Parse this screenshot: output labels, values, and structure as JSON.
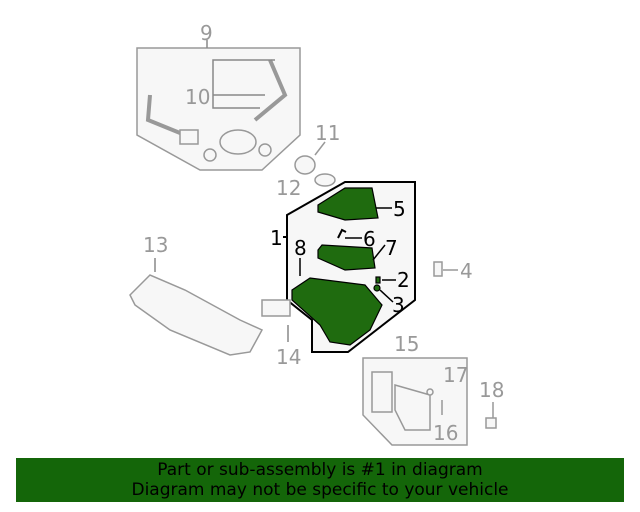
{
  "diagram": {
    "callouts": {
      "c1": "1",
      "c2": "2",
      "c3": "3",
      "c4": "4",
      "c5": "5",
      "c6": "6",
      "c7": "7",
      "c8": "8",
      "c9": "9",
      "c10": "10",
      "c11": "11",
      "c12": "12",
      "c13": "13",
      "c14": "14",
      "c15": "15",
      "c16": "16",
      "c17": "17",
      "c18": "18"
    },
    "highlight_color": "#1f6b0f"
  },
  "banner": {
    "line1": "Part or sub-assembly is #1 in diagram",
    "line2": "Diagram may not be specific to your vehicle",
    "color": "#146609"
  }
}
